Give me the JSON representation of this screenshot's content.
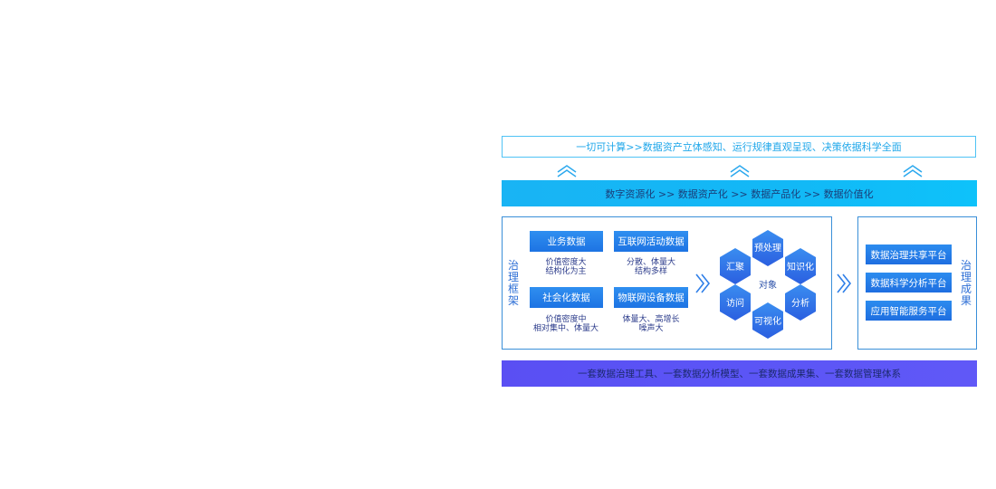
{
  "top_band": "一切可计算>>数据资产立体感知、运行规律直观呈现、决策依据科学全面",
  "mid_band": "数字资源化 >> 数据资产化 >> 数据产品化 >> 数据价值化",
  "left_label": "治理框架",
  "right_label": "治理成果",
  "sources": [
    {
      "title": "业务数据",
      "desc1": "价值密度大",
      "desc2": "结构化为主"
    },
    {
      "title": "互联网活动数据",
      "desc1": "分散、体量大",
      "desc2": "结构多样"
    },
    {
      "title": "社会化数据",
      "desc1": "价值密度中",
      "desc2": "相对集中、体量大"
    },
    {
      "title": "物联网设备数据",
      "desc1": "体量大、高增长",
      "desc2": "噪声大"
    }
  ],
  "hex": {
    "center": "对象",
    "items": [
      "预处理",
      "知识化",
      "分析",
      "可视化",
      "访问",
      "汇聚"
    ]
  },
  "platforms": [
    "数据治理共享平台",
    "数据科学分析平台",
    "应用智能服务平台"
  ],
  "bottom_band": "一套数据治理工具、一套数据分析模型、一套数据成果集、一套数据管理体系",
  "colors": {
    "light_blue": "#1fa7ea",
    "cyan_band": "#12b8f6",
    "box_blue": "#1d73e3",
    "hex_blue": "#2f6fe8",
    "bottom_purple": "#5b55f6"
  }
}
